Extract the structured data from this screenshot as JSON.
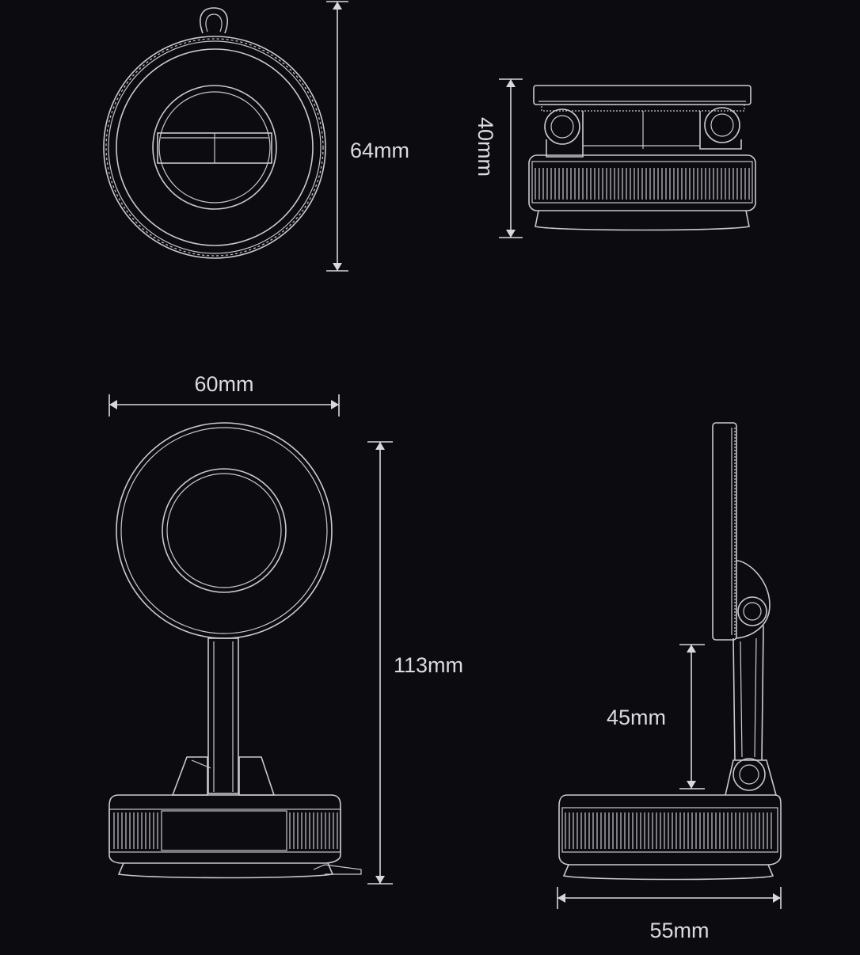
{
  "colors": {
    "background": "#0b0b10",
    "line": "#c9c9cf",
    "text": "#dcdce0"
  },
  "dimensions": {
    "top_height": "64mm",
    "side_depth": "40mm",
    "front_width": "60mm",
    "front_height": "113mm",
    "arm_height": "45mm",
    "base_width": "55mm"
  }
}
